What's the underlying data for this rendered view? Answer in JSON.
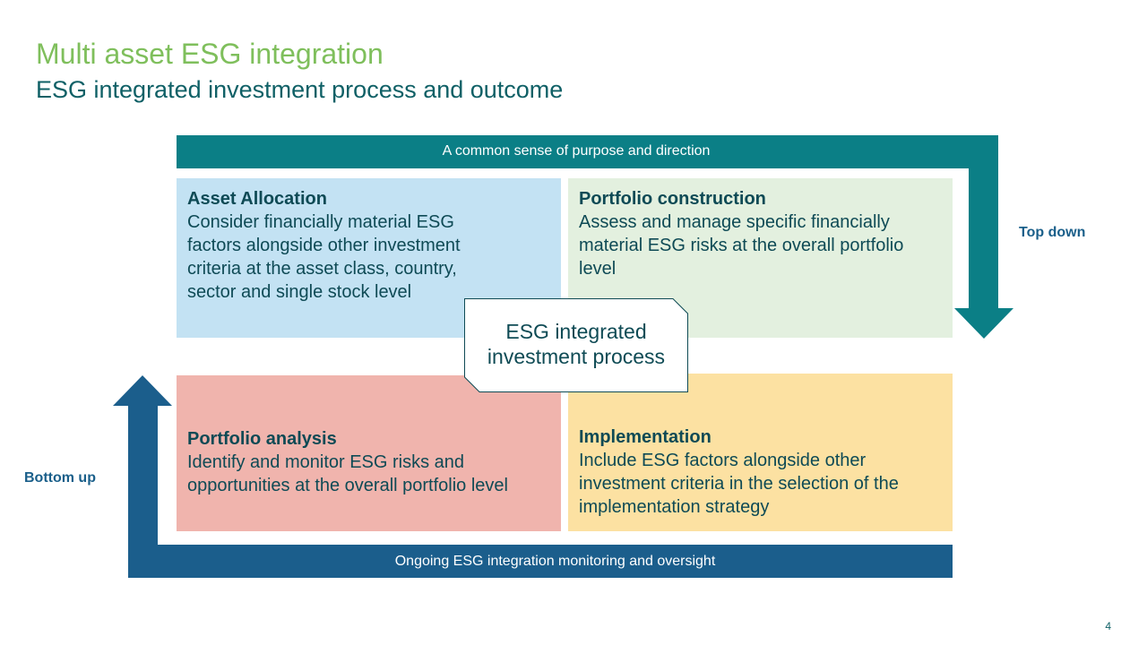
{
  "header": {
    "title": "Multi asset ESG integration",
    "subtitle": "ESG integrated investment process and outcome"
  },
  "top_bar": {
    "label": "A common sense of purpose and direction"
  },
  "bottom_bar": {
    "label": "Ongoing ESG integration monitoring and oversight"
  },
  "side_labels": {
    "top_down": "Top down",
    "bottom_up": "Bottom up"
  },
  "quadrants": {
    "asset_allocation": {
      "heading": "Asset Allocation",
      "body": "Consider financially material ESG factors alongside other investment criteria at the asset class, country, sector and single stock level"
    },
    "portfolio_construction": {
      "heading": "Portfolio construction",
      "body": "Assess and manage specific financially material ESG risks at the overall portfolio level"
    },
    "portfolio_analysis": {
      "heading": "Portfolio analysis",
      "body": "Identify and monitor ESG risks and opportunities at the overall portfolio level"
    },
    "implementation": {
      "heading": "Implementation",
      "body": "Include ESG factors alongside other investment criteria in the selection of the implementation strategy"
    }
  },
  "center": {
    "label": "ESG integrated investment process"
  },
  "page_number": "4",
  "colors": {
    "title_green": "#7fbf5c",
    "teal_dark": "#0f6066",
    "top_arrow": "#0b7f86",
    "bottom_arrow": "#1b5e8c",
    "asset_allocation_bg": "#c3e2f3",
    "portfolio_construction_bg": "#e3f0df",
    "portfolio_analysis_bg": "#f0b4ad",
    "implementation_bg": "#fce1a2"
  }
}
